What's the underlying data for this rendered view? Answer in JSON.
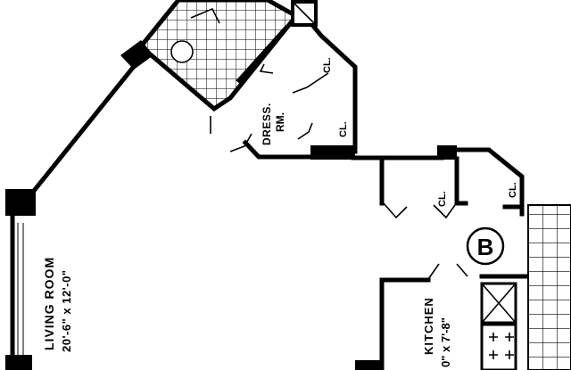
{
  "plan": {
    "unit_letter": "B",
    "rooms": {
      "living_room": {
        "name": "LIVING ROOM",
        "dims": "20'-6\" x 12'-0\""
      },
      "dressing_room": {
        "name_line1": "DRESS.",
        "name_line2": "RM."
      },
      "kitchen": {
        "name": "KITCHEN",
        "dims": "0\" x 7'-8\""
      }
    },
    "closets": [
      "CL.",
      "CL.",
      "CL.",
      "CL."
    ]
  }
}
